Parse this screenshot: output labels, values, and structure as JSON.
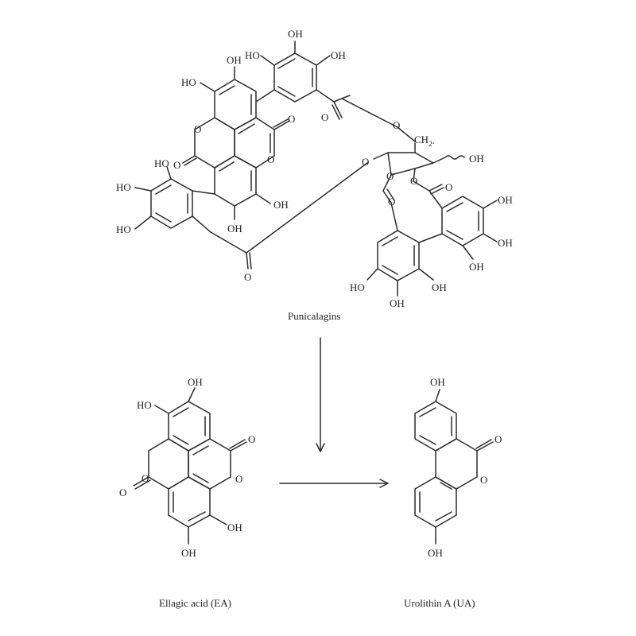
{
  "molecules": {
    "punicalagins": {
      "name": "Punicalagins"
    },
    "ellagic_acid": {
      "name": "Ellagic acid (EA)"
    },
    "urolithin_a": {
      "name": "Urolithin A (UA)"
    }
  },
  "atoms": {
    "oh": "OH",
    "ho": "HO",
    "o": "O",
    "ch2": "CH",
    "ch2_sub": "2"
  }
}
